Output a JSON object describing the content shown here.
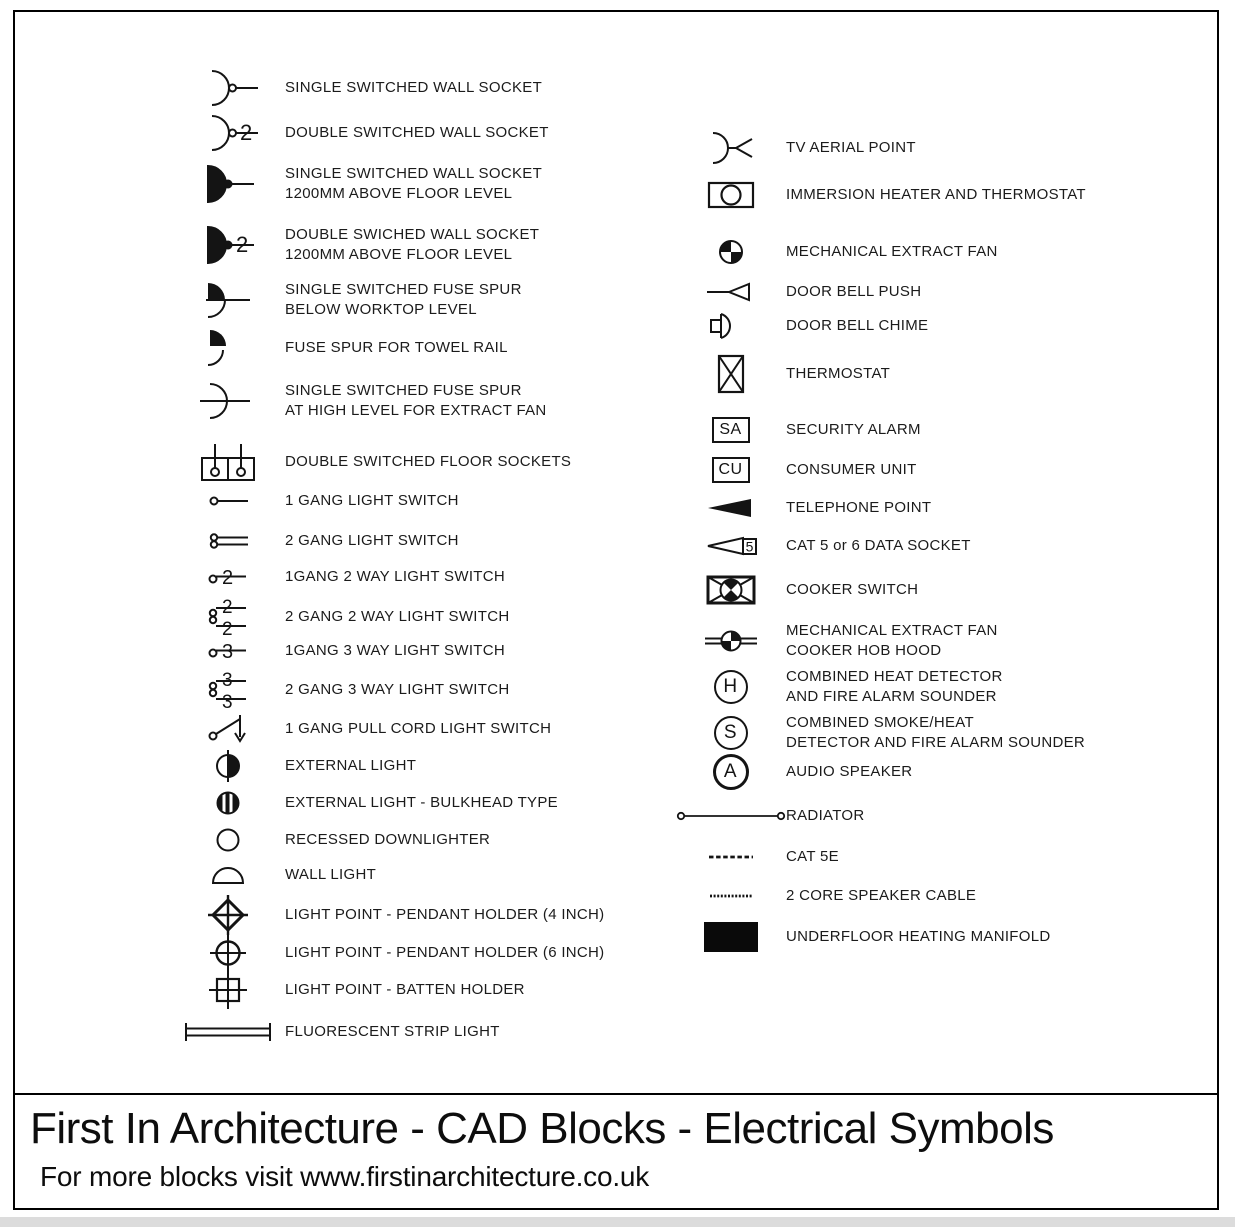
{
  "frame": {
    "border_color": "#000000",
    "background": "#ffffff"
  },
  "footer": {
    "title": "First In Architecture - CAD Blocks - Electrical Symbols",
    "subtitle": "For more blocks visit www.firstinarchitecture.co.uk"
  },
  "left": {
    "items": [
      {
        "label": "SINGLE SWITCHED WALL SOCKET"
      },
      {
        "label": "DOUBLE SWITCHED WALL SOCKET",
        "symbol_text": "2"
      },
      {
        "label": "SINGLE SWITCHED WALL SOCKET",
        "label2": "1200MM ABOVE FLOOR LEVEL"
      },
      {
        "label": "DOUBLE SWICHED WALL SOCKET",
        "label2": "1200MM ABOVE FLOOR LEVEL",
        "symbol_text": "2"
      },
      {
        "label": "SINGLE SWITCHED FUSE SPUR",
        "label2": "BELOW WORKTOP LEVEL"
      },
      {
        "label": "FUSE SPUR FOR TOWEL RAIL"
      },
      {
        "label": "SINGLE SWITCHED FUSE SPUR",
        "label2": "AT HIGH LEVEL FOR EXTRACT FAN"
      },
      {
        "label": "DOUBLE SWITCHED FLOOR SOCKETS"
      },
      {
        "label": "1 GANG LIGHT SWITCH"
      },
      {
        "label": "2 GANG LIGHT SWITCH"
      },
      {
        "label": "1GANG 2 WAY LIGHT SWITCH",
        "symbol_text": "2"
      },
      {
        "label": "2 GANG 2 WAY LIGHT SWITCH",
        "symbol_text": "2",
        "symbol_text2": "2"
      },
      {
        "label": "1GANG 3 WAY LIGHT SWITCH",
        "symbol_text": "3"
      },
      {
        "label": "2 GANG 3 WAY LIGHT SWITCH",
        "symbol_text": "3",
        "symbol_text2": "3"
      },
      {
        "label": "1 GANG PULL CORD LIGHT SWITCH"
      },
      {
        "label": "EXTERNAL LIGHT"
      },
      {
        "label": "EXTERNAL LIGHT - BULKHEAD TYPE"
      },
      {
        "label": "RECESSED DOWNLIGHTER"
      },
      {
        "label": "WALL LIGHT"
      },
      {
        "label": "LIGHT POINT - PENDANT HOLDER (4 INCH)"
      },
      {
        "label": "LIGHT POINT - PENDANT HOLDER (6 INCH)"
      },
      {
        "label": "LIGHT POINT - BATTEN HOLDER"
      },
      {
        "label": "FLUORESCENT STRIP LIGHT"
      }
    ]
  },
  "right": {
    "items": [
      {
        "label": "TV AERIAL POINT"
      },
      {
        "label": "IMMERSION HEATER AND THERMOSTAT"
      },
      {
        "label": "MECHANICAL EXTRACT FAN"
      },
      {
        "label": "DOOR BELL PUSH"
      },
      {
        "label": "DOOR BELL CHIME"
      },
      {
        "label": "THERMOSTAT"
      },
      {
        "label": "SECURITY ALARM",
        "symbol_text": "SA"
      },
      {
        "label": "CONSUMER UNIT",
        "symbol_text": "CU"
      },
      {
        "label": "TELEPHONE POINT"
      },
      {
        "label": "CAT 5 or 6 DATA SOCKET",
        "symbol_text": "5"
      },
      {
        "label": "COOKER SWITCH"
      },
      {
        "label": "MECHANICAL EXTRACT FAN",
        "label2": "COOKER HOB HOOD"
      },
      {
        "label": "COMBINED HEAT DETECTOR",
        "label2": "AND FIRE ALARM SOUNDER",
        "symbol_text": "H"
      },
      {
        "label": "COMBINED SMOKE/HEAT",
        "label2": "DETECTOR AND FIRE ALARM SOUNDER",
        "symbol_text": "S"
      },
      {
        "label": "AUDIO SPEAKER",
        "symbol_text": "A"
      },
      {
        "label": "RADIATOR"
      },
      {
        "label": "CAT 5E"
      },
      {
        "label": "2 CORE SPEAKER CABLE"
      },
      {
        "label": "UNDERFLOOR HEATING MANIFOLD"
      }
    ]
  }
}
